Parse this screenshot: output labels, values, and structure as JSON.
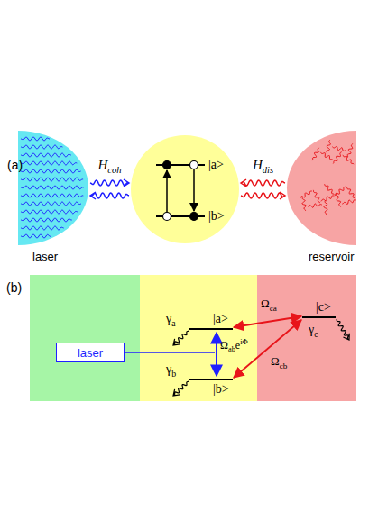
{
  "diagram": {
    "nodes": [
      {
        "text": [
          "laser"
        ]
      },
      {
        "text": [
          "|a>",
          "|b>"
        ]
      },
      {
        "text": [
          "reservoir"
        ]
      },
      {
        "text": [
          "laser"
        ]
      }
    ],
    "edges": [
      {
        "from": 0,
        "to": 1,
        "arrow": "both",
        "label": "Hcoh"
      },
      {
        "from": 2,
        "to": 1,
        "arrow": "both",
        "label": "Hdis"
      }
    ],
    "labels": [
      "(a)",
      "(b)",
      "|a>",
      "|b>",
      "|c>",
      "γa",
      "γb",
      "γc",
      "ΩabeiΦ",
      "Ωca",
      "Ωcb"
    ]
  }
}
